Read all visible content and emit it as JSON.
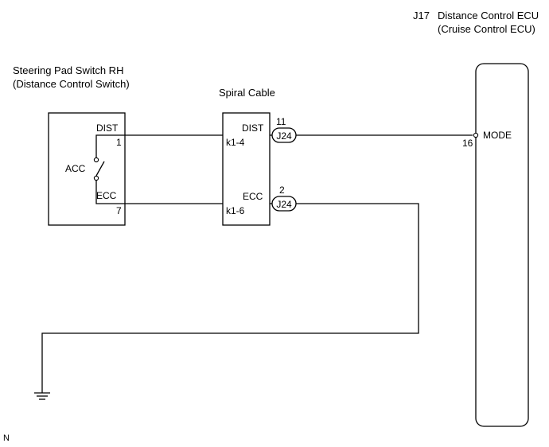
{
  "ecu": {
    "code": "J17",
    "name": "Distance Control ECU",
    "subname": "(Cruise Control ECU)",
    "terminal_label": "MODE",
    "terminal_pin": "16"
  },
  "switch": {
    "name": "Steering Pad Switch RH",
    "subname": "(Distance Control Switch)",
    "dist_label": "DIST",
    "dist_pin": "1",
    "acc_label": "ACC",
    "ecc_label": "ECC",
    "ecc_pin": "7"
  },
  "spiral_cable": {
    "name": "Spiral Cable",
    "dist_label": "DIST",
    "dist_pin": "k1-4",
    "ecc_label": "ECC",
    "ecc_pin": "k1-6"
  },
  "connectors": [
    {
      "id": "J24",
      "pin": "11"
    },
    {
      "id": "J24",
      "pin": "2"
    }
  ],
  "footer": {
    "code": "N"
  }
}
